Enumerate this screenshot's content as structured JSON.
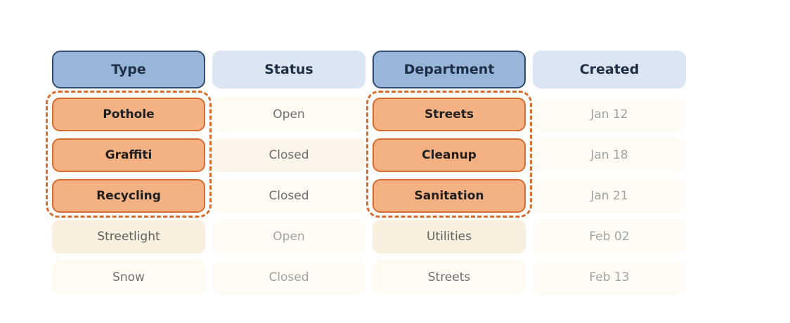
{
  "headers": [
    "Type",
    "Status",
    "Department",
    "Created"
  ],
  "rows": [
    [
      "Pothole",
      "Open",
      "Streets",
      "Jan 12"
    ],
    [
      "Graffiti",
      "Closed",
      "Cleanup",
      "Jan 18"
    ],
    [
      "Recycling",
      "Closed",
      "Sanitation",
      "Jan 21"
    ],
    [
      "Streetlight",
      "Open",
      "Utilities",
      "Feb 02"
    ],
    [
      "Snow",
      "Closed",
      "Streets",
      "Feb 13"
    ]
  ],
  "selected_columns": [
    "Type",
    "Department"
  ],
  "highlighted_rows": [
    0,
    1,
    2
  ],
  "colors": {
    "header_selected": "#99b5d9",
    "header_plain": "#dce6f2",
    "highlight_fill": "#f4b183",
    "highlight_border": "#d96d2f"
  }
}
